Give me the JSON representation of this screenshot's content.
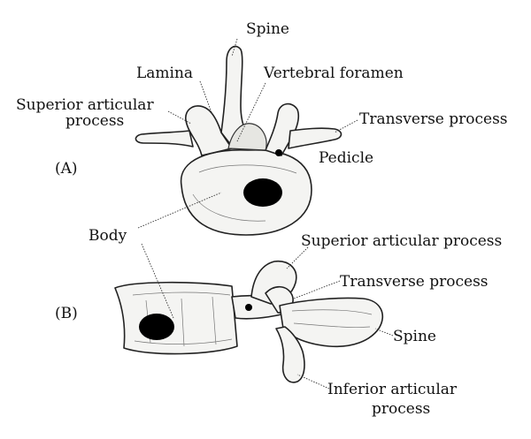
{
  "figure": {
    "panel_a": {
      "panel_label": "(A)",
      "labels": {
        "spine": "Spine",
        "lamina": "Lamina",
        "vertebral_foramen": "Vertebral foramen",
        "superior_articular_line1": "Superior articular",
        "superior_articular_line2": "process",
        "transverse_process": "Transverse process",
        "pedicle": "Pedicle"
      }
    },
    "shared": {
      "body": "Body"
    },
    "panel_b": {
      "panel_label": "(B)",
      "labels": {
        "superior_articular_process": "Superior articular process",
        "transverse_process": "Transverse process",
        "spine": "Spine",
        "inferior_articular_line1": "Inferior articular",
        "inferior_articular_line2": "process"
      }
    },
    "icons": [
      "vertebra-superior-view-illustration",
      "vertebra-lateral-view-illustration"
    ]
  }
}
